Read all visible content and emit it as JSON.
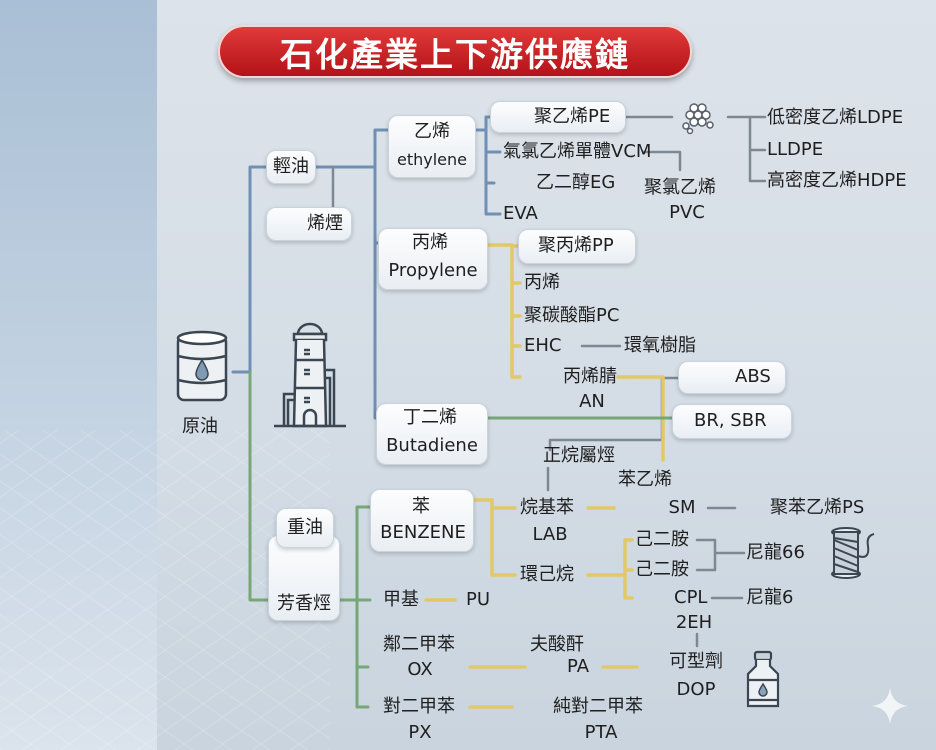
{
  "title": "石化產業上下游供應鏈",
  "colors": {
    "blue": "#6f90b4",
    "yellow": "#e2c867",
    "green": "#77a677",
    "gray": "#7d8893",
    "title_red": "#c51e24"
  },
  "nodes": {
    "crude": "原油",
    "light_oil": "輕油",
    "olefins": "烯煙",
    "heavy_oil": "重油",
    "aromatics": "芳香烴",
    "ethylene_cn": "乙烯",
    "ethylene_en": "ethylene",
    "propylene_cn": "丙烯",
    "propylene_en": "Propylene",
    "butadiene_cn": "丁二烯",
    "butadiene_en": "Butadiene",
    "benzene_cn": "苯",
    "benzene_en": "BENZENE",
    "pe": "聚乙烯PE",
    "vcm": "氣氯乙烯單體VCM",
    "eg": "乙二醇EG",
    "eva": "EVA",
    "pvc_cn": "聚氯乙烯",
    "pvc_en": "PVC",
    "ldpe": "低密度乙烯LDPE",
    "lldpe": "LLDPE",
    "hdpe": "高密度乙烯HDPE",
    "pp": "聚丙烯PP",
    "propylene2": "丙烯",
    "pc": "聚碳酸酯PC",
    "ehc": "EHC",
    "epoxy": "環氧樹脂",
    "an_cn": "丙烯腈",
    "an_en": "AN",
    "abs": "ABS",
    "br_sbr": "BR, SBR",
    "paraffin": "正烷屬烴",
    "styrene": "苯乙烯",
    "alkylbenzene": "烷基苯",
    "lab": "LAB",
    "sm": "SM",
    "ps": "聚苯乙烯PS",
    "hmda1": "己二胺",
    "hmda2": "己二胺",
    "nylon66": "尼龍66",
    "cyclohexane": "環己烷",
    "methyl": "甲基",
    "pu": "PU",
    "cpl": "CPL",
    "nylon6": "尼龍6",
    "two_eh": "2EH",
    "ox_cn": "鄰二甲苯",
    "ox_en": "OX",
    "pa_cn": "夫酸酐",
    "pa_en": "PA",
    "plasticizer_cn": "可型劑",
    "plasticizer_en": "DOP",
    "px_cn": "對二甲苯",
    "px_en": "PX",
    "pta_cn": "純對二甲苯",
    "pta_en": "PTA"
  }
}
